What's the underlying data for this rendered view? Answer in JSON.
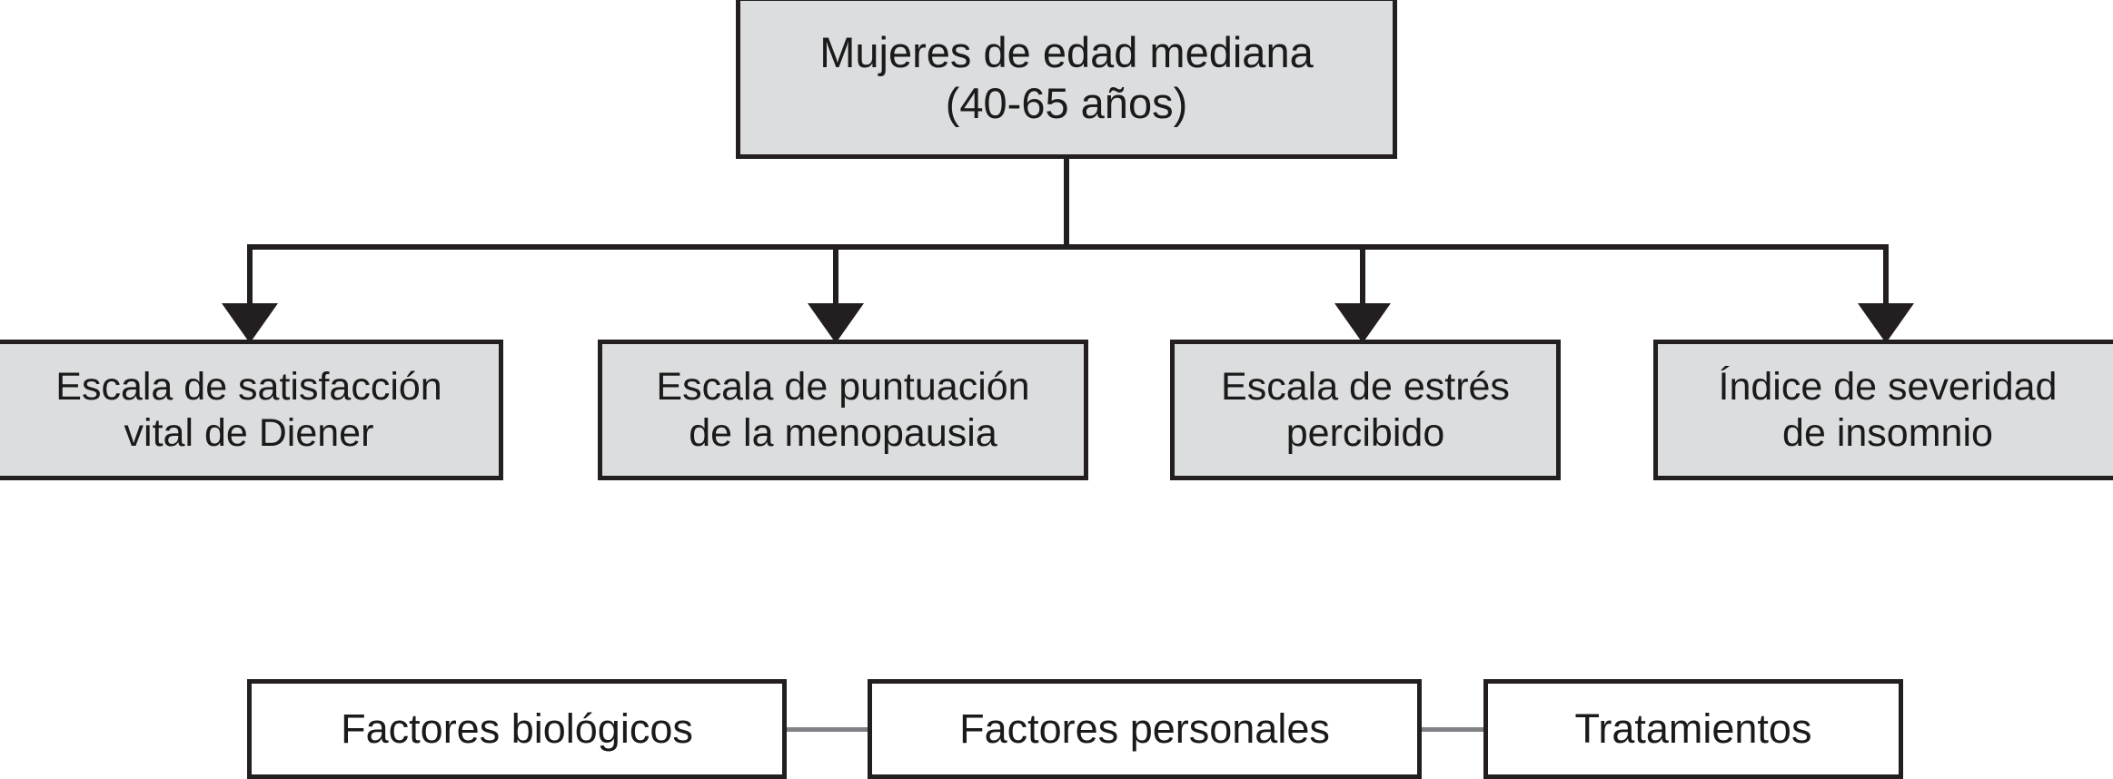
{
  "diagram": {
    "title_node": {
      "label": "Mujeres de edad mediana\n(40-65 años)",
      "fill": "#dcdddf",
      "stroke": "#231f20"
    },
    "measures": [
      {
        "label": "Escala de satisfacción\nvital de Diener"
      },
      {
        "label": "Escala de puntuación\nde la menopausia"
      },
      {
        "label": "Escala de estrés\npercibido"
      },
      {
        "label": "Índice de severidad\nde insomnio"
      }
    ],
    "factors": [
      {
        "label": "Factores biológicos"
      },
      {
        "label": "Factores personales"
      },
      {
        "label": "Tratamientos"
      }
    ],
    "colors": {
      "shaded_fill": "#dcdddf",
      "plain_fill": "#ffffff",
      "stroke": "#231f20",
      "link_grey": "#818285",
      "background": "#ffffff"
    }
  }
}
